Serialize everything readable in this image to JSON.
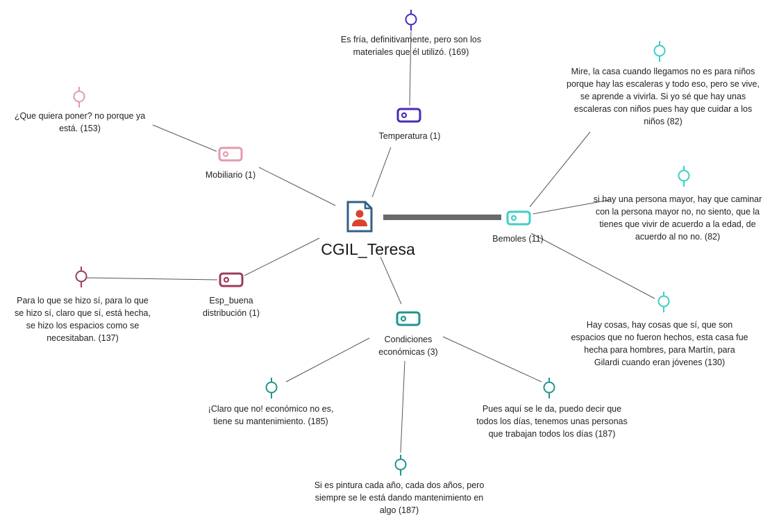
{
  "center": {
    "label": "CGIL_Teresa",
    "icon": "document-person-icon",
    "color": "#2f5f8a",
    "accent": "#d9442f"
  },
  "codes": [
    {
      "id": "temperatura",
      "label": "Temperatura (1)",
      "color": "#4a2ab8"
    },
    {
      "id": "mobiliario",
      "label": "Mobiliario (1)",
      "color": "#e59aab"
    },
    {
      "id": "bemoles",
      "label": "Bemoles (11)",
      "color": "#3ccfc7"
    },
    {
      "id": "esp_buena",
      "label": "Esp_buena\ndistribución (1)",
      "color": "#9b3b5c"
    },
    {
      "id": "condiciones",
      "label": "Condiciones\neconómicas (3)",
      "color": "#1f958d"
    }
  ],
  "quotes": [
    {
      "id": "q169",
      "code": "temperatura",
      "text": "Es fría, definitivamente, pero son los\nmateriales que él utilizó. (169)"
    },
    {
      "id": "q153",
      "code": "mobiliario",
      "text": "¿Que quiera poner? no porque ya\nestá. (153)"
    },
    {
      "id": "q82a",
      "code": "bemoles",
      "text": "Mire, la casa cuando llegamos no es para niños\nporque hay las escaleras y todo eso, pero se vive,\nse aprende a vivirla. Si yo sé que hay unas\nescaleras con niños pues hay que cuidar a los\nniños (82)"
    },
    {
      "id": "q82b",
      "code": "bemoles",
      "text": "si hay una persona mayor, hay que caminar\ncon la persona mayor no, no siento, que la\ntienes que vivir de acuerdo a la edad, de\nacuerdo al no no. (82)"
    },
    {
      "id": "q130",
      "code": "bemoles",
      "text": "Hay cosas, hay cosas que sí, que son\nespacios que no fueron hechos, esta casa fue\nhecha para hombres, para Martín, para\nGilardi cuando eran jóvenes (130)"
    },
    {
      "id": "q137",
      "code": "esp_buena",
      "text": "Para lo que se hizo sí, para lo que\nse hizo sí, claro que sí, está hecha,\nse hizo los espacios como se\nnecesitaban. (137)"
    },
    {
      "id": "q185",
      "code": "condiciones",
      "text": "¡Claro que no! económico no es,\ntiene su mantenimiento. (185)"
    },
    {
      "id": "q187a",
      "code": "condiciones",
      "text": "Si es pintura cada año, cada dos años, pero\nsiempre se le está dando mantenimiento en\nalgo (187)"
    },
    {
      "id": "q187b",
      "code": "condiciones",
      "text": "Pues aquí se le da, puedo decir que\ntodos los días, tenemos unas personas\nque trabajan todos los días (187)"
    }
  ]
}
